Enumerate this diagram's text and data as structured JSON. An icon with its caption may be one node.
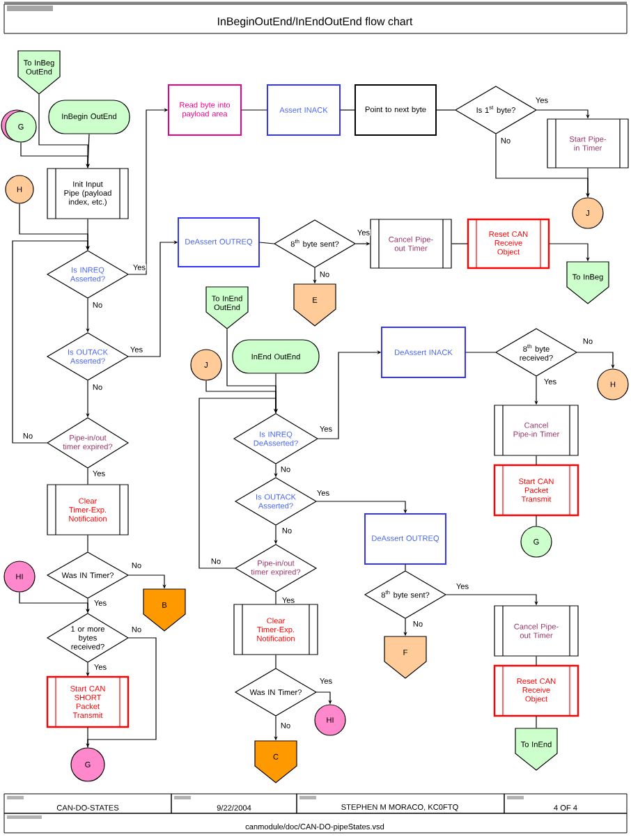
{
  "diagram": {
    "title": "InBeginOutEnd/InEndOutEnd flow chart",
    "nodes": [
      {
        "text": [
          "To InBeg OutEnd"
        ]
      },
      {
        "text": [
          "G"
        ]
      },
      {
        "text": [
          "InBegin OutEnd"
        ]
      },
      {
        "text": [
          "H"
        ]
      },
      {
        "text": [
          "Init Input Pipe (payload index, etc.)"
        ]
      },
      {
        "text": [
          "Is INREQ Asserted?"
        ]
      },
      {
        "text": [
          "Is OUTACK Asserted?"
        ]
      },
      {
        "text": [
          "Pipe-in/out timer expired?"
        ]
      },
      {
        "text": [
          "Clear Timer-Exp. Notification"
        ]
      },
      {
        "text": [
          "Was IN Timer?"
        ]
      },
      {
        "text": [
          "HI"
        ]
      },
      {
        "text": [
          "B"
        ]
      },
      {
        "text": [
          "1 or more bytes received?"
        ]
      },
      {
        "text": [
          "Start CAN SHORT Packet Transmit"
        ]
      },
      {
        "text": [
          "G"
        ]
      },
      {
        "text": [
          "Read byte into payload area"
        ]
      },
      {
        "text": [
          "Assert INACK"
        ]
      },
      {
        "text": [
          "Point to next byte"
        ]
      },
      {
        "text": [
          "Is 1$^{st}$ byte?"
        ]
      },
      {
        "text": [
          "Start Pipe-in Timer"
        ]
      },
      {
        "text": [
          "J"
        ]
      },
      {
        "text": [
          "DeAssert OUTREQ"
        ]
      },
      {
        "text": [
          "8$^{th}$ byte sent?"
        ]
      },
      {
        "text": [
          "Cancel Pipe-out Timer"
        ]
      },
      {
        "text": [
          "Reset CAN Receive Object"
        ]
      },
      {
        "text": [
          "To InBeg"
        ]
      },
      {
        "text": [
          "E"
        ]
      },
      {
        "text": [
          "To InEnd OutEnd"
        ]
      },
      {
        "text": [
          "J"
        ]
      },
      {
        "text": [
          "InEnd OutEnd"
        ]
      },
      {
        "text": [
          "Is INREQ DeAsserted?"
        ]
      },
      {
        "text": [
          "Is OUTACK Asserted?"
        ]
      },
      {
        "text": [
          "Pipe-in/out timer expired?"
        ]
      },
      {
        "text": [
          "Clear Timer-Exp. Notification"
        ]
      },
      {
        "text": [
          "Was IN Timer?"
        ]
      },
      {
        "text": [
          "HI"
        ]
      },
      {
        "text": [
          "C"
        ]
      },
      {
        "text": [
          "DeAssert INACK"
        ]
      },
      {
        "text": [
          "8$^{th}$ byte received?"
        ]
      },
      {
        "text": [
          "H"
        ]
      },
      {
        "text": [
          "Cancel Pipe-in Timer"
        ]
      },
      {
        "text": [
          "Start CAN Packet Transmit"
        ]
      },
      {
        "text": [
          "G"
        ]
      },
      {
        "text": [
          "DeAssert OUTREQ"
        ]
      },
      {
        "text": [
          "8$^{th}$ byte sent?"
        ]
      },
      {
        "text": [
          "F"
        ]
      },
      {
        "text": [
          "Cancel Pipe-out Timer"
        ]
      },
      {
        "text": [
          "Reset CAN Receive Object"
        ]
      },
      {
        "text": [
          "To InEnd"
        ]
      }
    ],
    "edges": [
      {
        "from": 0,
        "to": 4,
        "arrow": "to"
      },
      {
        "from": 1,
        "to": 4,
        "arrow": "to"
      },
      {
        "from": 2,
        "to": 4,
        "arrow": "to"
      },
      {
        "from": 4,
        "to": 5,
        "arrow": "to"
      },
      {
        "from": 3,
        "to": 5,
        "arrow": "to"
      },
      {
        "from": 5,
        "to": 15,
        "arrow": "to",
        "label": "Yes"
      },
      {
        "from": 5,
        "to": 6,
        "arrow": "to",
        "label": "No"
      },
      {
        "from": 6,
        "to": 21,
        "arrow": "to",
        "label": "Yes"
      },
      {
        "from": 6,
        "to": 7,
        "arrow": "to",
        "label": "No"
      },
      {
        "from": 7,
        "to": 8,
        "arrow": "none",
        "label": "Yes"
      },
      {
        "from": 7,
        "to": 5,
        "arrow": "to",
        "label": "No"
      },
      {
        "from": 8,
        "to": 9,
        "arrow": "none"
      },
      {
        "from": 9,
        "to": 11,
        "arrow": "to",
        "label": "No"
      },
      {
        "from": 9,
        "to": 12,
        "arrow": "to",
        "label": "Yes"
      },
      {
        "from": 10,
        "to": 12,
        "arrow": "to"
      },
      {
        "from": 12,
        "to": 13,
        "arrow": "to",
        "label": "Yes"
      },
      {
        "from": 12,
        "to": 14,
        "arrow": "to",
        "label": "No"
      },
      {
        "from": 13,
        "to": 14,
        "arrow": "none"
      },
      {
        "from": 15,
        "to": 16,
        "arrow": "none"
      },
      {
        "from": 16,
        "to": 17,
        "arrow": "none"
      },
      {
        "from": 17,
        "to": 18,
        "arrow": "none"
      },
      {
        "from": 18,
        "to": 19,
        "arrow": "to",
        "label": "Yes"
      },
      {
        "from": 18,
        "to": 20,
        "arrow": "to",
        "label": "No"
      },
      {
        "from": 19,
        "to": 20,
        "arrow": "to"
      },
      {
        "from": 21,
        "to": 22,
        "arrow": "none"
      },
      {
        "from": 22,
        "to": 23,
        "arrow": "to",
        "label": "Yes"
      },
      {
        "from": 22,
        "to": 26,
        "arrow": "to",
        "label": "No"
      },
      {
        "from": 23,
        "to": 24,
        "arrow": "none"
      },
      {
        "from": 24,
        "to": 25,
        "arrow": "to"
      },
      {
        "from": 27,
        "to": 30,
        "arrow": "to"
      },
      {
        "from": 28,
        "to": 30,
        "arrow": "to"
      },
      {
        "from": 29,
        "to": 30,
        "arrow": "to"
      },
      {
        "from": 32,
        "to": 30,
        "arrow": "to",
        "label": "No"
      },
      {
        "from": 30,
        "to": 37,
        "arrow": "to",
        "label": "Yes"
      },
      {
        "from": 30,
        "to": 31,
        "arrow": "to",
        "label": "No"
      },
      {
        "from": 31,
        "to": 43,
        "arrow": "to",
        "label": "Yes"
      },
      {
        "from": 31,
        "to": 32,
        "arrow": "to",
        "label": "No"
      },
      {
        "from": 32,
        "to": 33,
        "arrow": "none",
        "label": "Yes"
      },
      {
        "from": 33,
        "to": 34,
        "arrow": "none"
      },
      {
        "from": 34,
        "to": 35,
        "arrow": "to",
        "label": "Yes"
      },
      {
        "from": 34,
        "to": 36,
        "arrow": "to",
        "label": "No"
      },
      {
        "from": 37,
        "to": 38,
        "arrow": "none"
      },
      {
        "from": 38,
        "to": 39,
        "arrow": "to",
        "label": "No"
      },
      {
        "from": 38,
        "to": 40,
        "arrow": "to",
        "label": "Yes"
      },
      {
        "from": 40,
        "to": 41,
        "arrow": "none"
      },
      {
        "from": 41,
        "to": 42,
        "arrow": "none"
      },
      {
        "from": 43,
        "to": 44,
        "arrow": "none"
      },
      {
        "from": 44,
        "to": 45,
        "arrow": "to",
        "label": "No"
      },
      {
        "from": 44,
        "to": 46,
        "arrow": "to",
        "label": "Yes"
      },
      {
        "from": 46,
        "to": 47,
        "arrow": "none"
      },
      {
        "from": 47,
        "to": 48,
        "arrow": "none"
      }
    ],
    "labels": [
      "CAN-DO-STATES",
      "9/22/2004",
      "STEPHEN M MORACO, KC0FTQ",
      "4 OF 4",
      "canmodule/doc/CAN-DO-pipeStates.vsd"
    ]
  }
}
